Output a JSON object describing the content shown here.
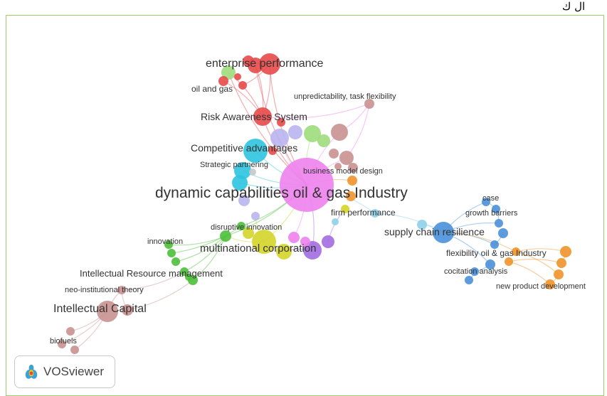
{
  "top_mark": "ال ك",
  "logo": {
    "text": "VOSviewer",
    "icon": "vosviewer-logo-icon"
  },
  "colors": {
    "red": "#e84a4a",
    "green": "#4cbf3a",
    "blue": "#4a90d9",
    "orange": "#f0932b",
    "cyan": "#2ec4e0",
    "pink": "#ee82ee",
    "yellow": "#d4d42a",
    "purple": "#a26be0",
    "brown": "#c99290",
    "lightblue": "#8ed1ea",
    "lavender": "#b9b4f0",
    "lightgreen": "#9fdc7c",
    "gray": "#c8c8c8"
  },
  "labels": {
    "enterprise_performance": "enterprise performance",
    "oil_and_gas": "oil and gas",
    "unpredictability": "unpredictability, task flexibility",
    "risk_awareness": "Risk Awareness System",
    "competitive_advantages": "Competitive advantages",
    "strategic_partnering": "Strategic partnering",
    "business_model_design": "business model design",
    "dynamic_capabilities": "dynamic capabilities oil & gas Industry",
    "firm_performance": "firm performance",
    "case": "case",
    "growth_barriers": "growth barriers",
    "supply_chain_resilience": "supply chain resilience",
    "disruptive_innovation": "disruptive innovation",
    "innovation": "innovation",
    "multinational_corporation": "multinational corporation",
    "flexibility": "flexibility oil & gas Industry",
    "intellectual_resource": "Intellectual Resource management",
    "cocitation": "cocitation analysis",
    "neo_institutional": "neo-institutional theory",
    "new_product": "new product development",
    "intellectual_capital": "Intellectual Capital",
    "biofuels": "biofuels"
  }
}
